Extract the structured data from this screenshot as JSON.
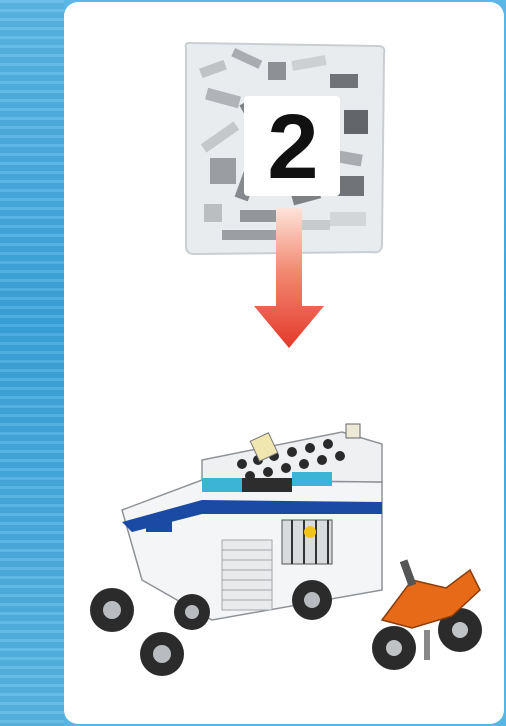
{
  "step": {
    "number": "2"
  },
  "icons": {
    "parts_bag": "parts-bag-icon",
    "arrow": "arrow-down-icon",
    "vehicle": "police-truck-model",
    "motorbike": "motorbike-model"
  },
  "colors": {
    "background": "#3aa3dc",
    "page": "#ffffff",
    "arrow_top": "#f7b9a8",
    "arrow_bottom": "#e4392a",
    "police_blue": "#1b4aa5",
    "light_bar": "#3bb4d6",
    "motorbike": "#e66a17"
  }
}
